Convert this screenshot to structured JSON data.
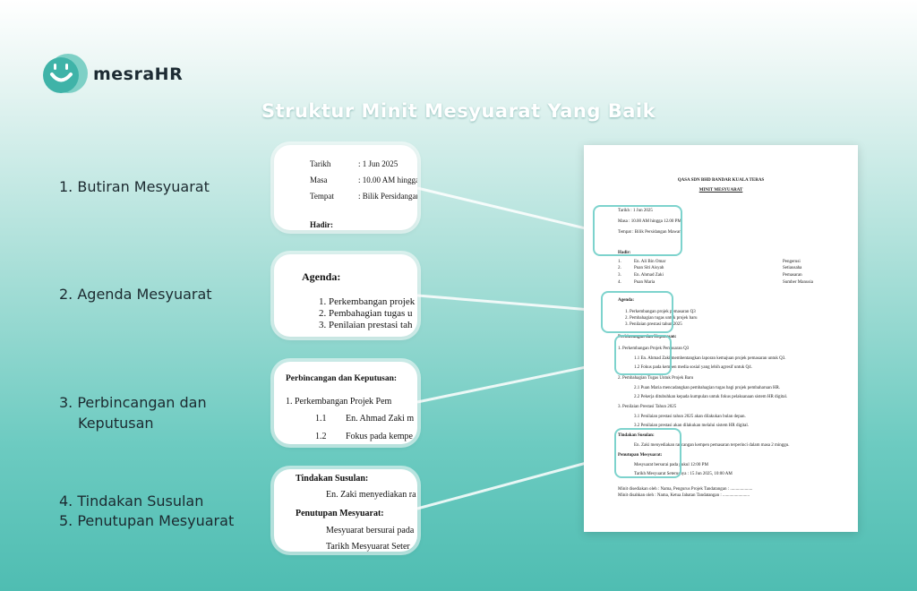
{
  "brand": {
    "name": "mesraHR"
  },
  "title": "Struktur Minit Mesyuarat Yang Baik",
  "labels": {
    "l1": "1.  Butiran Mesyuarat",
    "l2": "2.  Agenda Mesyuarat",
    "l3a": "3.  Perbincangan dan",
    "l3b": "Keputusan",
    "l4": "4.  Tindakan Susulan",
    "l5": "5.  Penutupan Mesyuarat"
  },
  "card1": {
    "tarikh_k": "Tarikh",
    "tarikh_v": ": 1 Jun 2025",
    "masa_k": "Masa",
    "masa_v": ": 10.00 AM hingga",
    "tempat_k": "Tempat",
    "tempat_v": ": Bilik Persidangan",
    "hadir": "Hadir:"
  },
  "card2": {
    "heading": "Agenda:",
    "items": [
      "1.   Perkembangan projek",
      "2.   Pembahagian tugas u",
      "3.   Penilaian prestasi tah"
    ]
  },
  "card3": {
    "heading": "Perbincangan dan Keputusan:",
    "item": "1.         Perkembangan Projek Pem",
    "sub1_n": "1.1",
    "sub1_t": "En. Ahmad Zaki m",
    "sub2_n": "1.2",
    "sub2_t": "Fokus pada kempe"
  },
  "card4": {
    "h1": "Tindakan Susulan:",
    "t1": "En. Zaki menyediakan ra",
    "h2": "Penutupan Mesyuarat:",
    "t2": "Mesyuarat bersurai pada",
    "t3": "Tarikh Mesyuarat Seter"
  },
  "doc": {
    "org": "QASA SDN BHD BANDAR KUALA TERAS",
    "title": "MINIT MESYUARAT",
    "tarikh": "Tarikh          : 1 Jun 2025",
    "masa": "Masa            : 10.00 AM hingga 12.00 PM",
    "tempat": "Tempat          : Bilik Persidangan Mawar",
    "hadir": "Hadir:",
    "att": [
      [
        "1.",
        "En. Ali Bin Omar",
        "Pengerusi"
      ],
      [
        "2.",
        "Puan Siti Aisyah",
        "Setiausaha"
      ],
      [
        "3.",
        "En. Ahmad Zaki",
        "Pemasaran"
      ],
      [
        "4.",
        "Puan Maria",
        "Sumber Manusia"
      ]
    ],
    "agenda": "Agenda:",
    "agenda_items": [
      "1.    Perkembangan projek pemasaran Q3",
      "2.    Pembahagian tugas untuk projek baru",
      "3.    Penilaian prestasi tahun 2025"
    ],
    "pk": "Perbincangan dan Keputusan:",
    "p1": "1.        Perkembangan Projek Pemasaran Q3",
    "p11": "1.1      En. Ahmad Zaki membentangkan laporan kemajuan projek pemasaran untuk Q3.",
    "p12": "1.2      Fokus pada kempen media sosial yang lebih agresif untuk Q4.",
    "p2": "2.        Pembahagian Tugas Untuk Projek Baru",
    "p21": "2.1      Puan Maria mencadangkan pembahagian tugas bagi projek pembaharuan HR.",
    "p22": "2.2      Pekerja ditubuhkan kepada kumpulan untuk fokus pelaksanaan sistem HR digital.",
    "p3": "3.        Penilaian Prestasi Tahun 2025",
    "p31": "3.1      Penilaian prestasi tahun 2025 akan dilakukan bulan depan.",
    "p32": "3.2      Penilaian prestasi akan dilakukan melalui sistem HR digital.",
    "ts": "Tindakan Susulan:",
    "ts1": "En. Zaki menyediakan rancangan kempen pemasaran terperinci dalam masa 2 minggu.",
    "pm": "Penutupan Mesyuarat:",
    "pm1": "Mesyuarat bersurai pada pukul 12:00 PM",
    "pm2": "Tarikh Mesyuarat Seterusnya : 15 Jun 2025, 10:00 AM",
    "f1": "Minit disediakan oleh : Nama, Pengurus Projek Tandatangan : ....................",
    "f2": "Minit disahkan oleh : Nama, Ketua Jabatan Tandatangan : ........................"
  }
}
